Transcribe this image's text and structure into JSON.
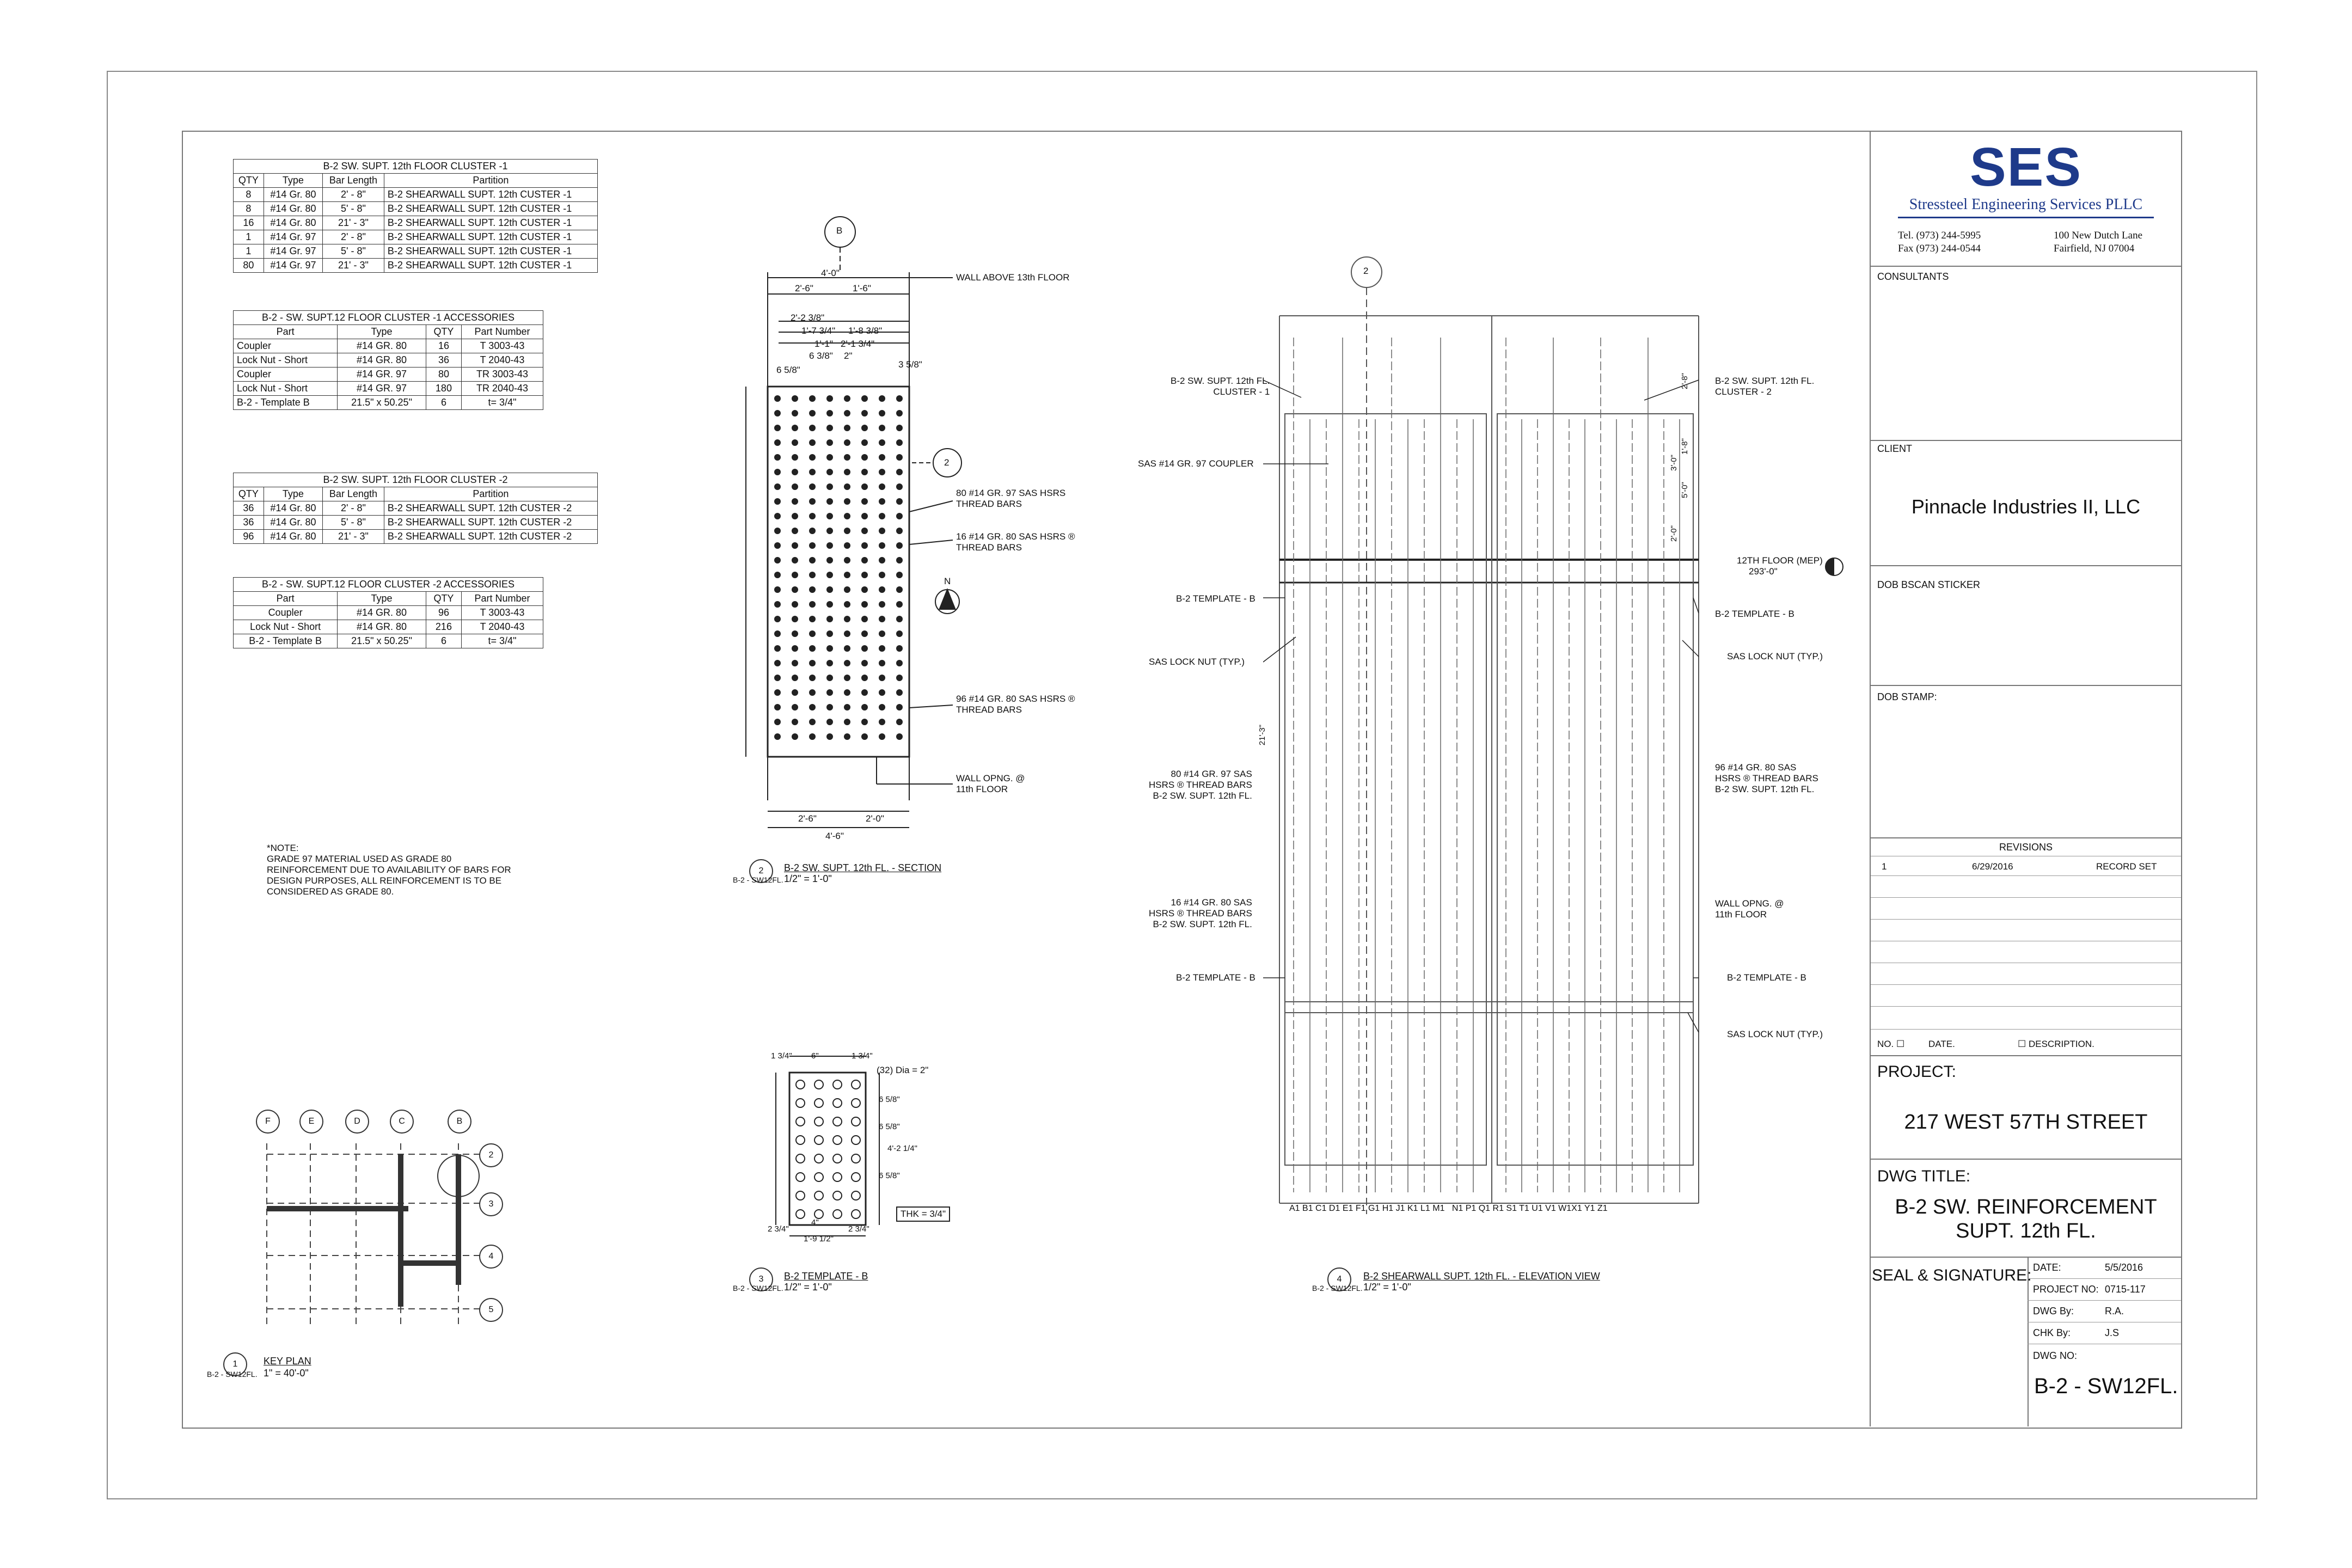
{
  "cluster1_table": {
    "title": "B-2 SW. SUPT. 12th FLOOR CLUSTER -1",
    "headers": [
      "QTY",
      "Type",
      "Bar Length",
      "Partition"
    ],
    "rows": [
      [
        "8",
        "#14 Gr. 80",
        "2' - 8\"",
        "B-2 SHEARWALL SUPT. 12th CUSTER -1"
      ],
      [
        "8",
        "#14 Gr. 80",
        "5' - 8\"",
        "B-2 SHEARWALL SUPT. 12th CUSTER -1"
      ],
      [
        "16",
        "#14 Gr. 80",
        "21' - 3\"",
        "B-2 SHEARWALL SUPT. 12th CUSTER -1"
      ],
      [
        "1",
        "#14 Gr. 97",
        "2' - 8\"",
        "B-2 SHEARWALL SUPT. 12th CUSTER -1"
      ],
      [
        "1",
        "#14 Gr. 97",
        "5' - 8\"",
        "B-2 SHEARWALL SUPT. 12th CUSTER -1"
      ],
      [
        "80",
        "#14 Gr. 97",
        "21' - 3\"",
        "B-2 SHEARWALL SUPT. 12th CUSTER -1"
      ]
    ]
  },
  "cluster1_acc": {
    "title": "B-2 - SW. SUPT.12 FLOOR CLUSTER -1 ACCESSORIES",
    "headers": [
      "Part",
      "Type",
      "QTY",
      "Part Number"
    ],
    "rows": [
      [
        "Coupler",
        "#14 GR. 80",
        "16",
        "T 3003-43"
      ],
      [
        "Lock Nut - Short",
        "#14 GR. 80",
        "36",
        "T 2040-43"
      ],
      [
        "Coupler",
        "#14 GR. 97",
        "80",
        "TR 3003-43"
      ],
      [
        "Lock Nut - Short",
        "#14 GR. 97",
        "180",
        "TR 2040-43"
      ],
      [
        "B-2 - Template B",
        "21.5\" x 50.25\"",
        "6",
        "t= 3/4\""
      ]
    ]
  },
  "cluster2_table": {
    "title": "B-2 SW. SUPT. 12th FLOOR CLUSTER -2",
    "headers": [
      "QTY",
      "Type",
      "Bar Length",
      "Partition"
    ],
    "rows": [
      [
        "36",
        "#14 Gr. 80",
        "2' - 8\"",
        "B-2 SHEARWALL SUPT. 12th CUSTER -2"
      ],
      [
        "36",
        "#14 Gr. 80",
        "5' - 8\"",
        "B-2 SHEARWALL SUPT. 12th CUSTER -2"
      ],
      [
        "96",
        "#14 Gr. 80",
        "21' - 3\"",
        "B-2 SHEARWALL SUPT. 12th CUSTER -2"
      ]
    ]
  },
  "cluster2_acc": {
    "title": "B-2 - SW. SUPT.12 FLOOR CLUSTER -2 ACCESSORIES",
    "headers": [
      "Part",
      "Type",
      "QTY",
      "Part Number"
    ],
    "rows": [
      [
        "Coupler",
        "#14 GR. 80",
        "96",
        "T 3003-43"
      ],
      [
        "Lock Nut - Short",
        "#14 GR. 80",
        "216",
        "T 2040-43"
      ],
      [
        "B-2 - Template B",
        "21.5\" x 50.25\"",
        "6",
        "t= 3/4\""
      ]
    ]
  },
  "note": "*NOTE:\nGRADE 97 MATERIAL USED AS GRADE 80\nREINFORCEMENT DUE TO AVAILABILITY OF BARS FOR\nDESIGN PURPOSES, ALL REINFORCEMENT IS TO BE\nCONSIDERED AS GRADE 80.",
  "section": {
    "grid_b": "B",
    "grid_2": "2",
    "north": "N",
    "dim_top": "4'-0\"",
    "dim_a": "2'-6\"",
    "dim_b": "1'-6\"",
    "dim_c": "2'-2 3/8\"",
    "dim_d": "1'-8 3/8\"",
    "dim_e": "1'-7 3/4\"",
    "dim_f": "2'-1 3/4\"",
    "dim_g": "1'-1\"",
    "dim_h": "6 3/8\"",
    "dim_i": "2\"",
    "dim_j": "3 5/8\"",
    "dim_k": "6 5/8\"",
    "dim_bot_a": "2'-6\"",
    "dim_bot_b": "2'-0\"",
    "dim_bot_total": "4'-6\"",
    "wall_above": "WALL ABOVE 13th FLOOR",
    "bars_80_97": "80 #14 GR. 97 SAS HSRS\nTHREAD BARS",
    "bars_16_80": "16 #14 GR. 80 SAS HSRS ®\nTHREAD BARS",
    "bars_96_80": "96 #14 GR. 80 SAS HSRS ®\nTHREAD BARS",
    "wall_opng": "WALL OPNG. @\n11th FLOOR",
    "title_num": "2",
    "title": "B-2 SW. SUPT. 12th FL. - SECTION",
    "ref": "B-2 - SW12FL.",
    "scale": "1/2\" = 1'-0\""
  },
  "template": {
    "dia": "(32) Dia = 2\"",
    "dim_l": "1 3/4\"",
    "dim_top": "6\"",
    "dim_r": "1 3/4\"",
    "dim_side1": "6 5/8\"",
    "dim_side2": "6 5/8\"",
    "dim_side3": "4'-2 1/4\"",
    "dim_side4": "6 5/8\"",
    "dim_bl": "2 3/4\"",
    "dim_bm": "4\"",
    "dim_br": "2 3/4\"",
    "dim_total": "1'-9 1/2\"",
    "thk": "THK = 3/4\"",
    "title_num": "3",
    "title": "B-2 TEMPLATE - B",
    "ref": "B-2 - SW12FL.",
    "scale": "1/2\" = 1'-0\""
  },
  "keyplan": {
    "cols": [
      "F",
      "E",
      "D",
      "C",
      "B"
    ],
    "rows": [
      "2",
      "3",
      "4",
      "5"
    ],
    "title_num": "1",
    "title": "KEY PLAN",
    "ref": "B-2 - SW12FL.",
    "scale": "1\" = 40'-0\""
  },
  "elevation": {
    "grid_2": "2",
    "cluster1": "B-2 SW. SUPT. 12th FL.\nCLUSTER - 1",
    "cluster2": "B-2 SW. SUPT. 12th FL.\nCLUSTER - 2",
    "coupler": "SAS  #14 GR. 97 COUPLER",
    "floor_mep": "12TH FLOOR (MEP)",
    "elev": "293'-0\"",
    "template_l1": "B-2 TEMPLATE - B",
    "template_r1": "B-2 TEMPLATE - B",
    "locknut_l": "SAS LOCK NUT (TYP.)",
    "locknut_r": "SAS LOCK NUT (TYP.)",
    "bars_l1": "80 #14 GR. 97 SAS\nHSRS ® THREAD BARS\nB-2 SW. SUPT. 12th FL.",
    "bars_r1": "96 #14 GR. 80 SAS\nHSRS ® THREAD BARS\nB-2 SW. SUPT. 12th FL.",
    "bars_l2": "16 #14 GR. 80 SAS\nHSRS ® THREAD BARS\nB-2 SW. SUPT. 12th FL.",
    "wall_opng": "WALL OPNG. @\n11th FLOOR",
    "template_l2": "B-2 TEMPLATE - B",
    "template_r2": "B-2 TEMPLATE - B",
    "locknut_r2": "SAS LOCK NUT (TYP.)",
    "dim_1": "2'-8\"",
    "dim_2": "1'-8\"",
    "dim_3": "3'-0\"",
    "dim_4": "5'-0\"",
    "dim_5": "2'-0\"",
    "dim_6": "21'-3\"",
    "bar_labels": "A1 B1 C1 D1 E1 F1 G1 H1 J1 K1 L1 M1   N1 P1 Q1 R1 S1 T1 U1 V1 W1X1 Y1 Z1",
    "title_num": "4",
    "title": "B-2 SHEARWALL SUPT. 12th FL. - ELEVATION VIEW",
    "ref": "B-2 - SW12FL.",
    "scale": "1/2\" = 1'-0\""
  },
  "titleblock": {
    "logo": "SES",
    "company": "Stressteel Engineering Services PLLC",
    "tel": "Tel. (973) 244-5995",
    "fax": "Fax (973) 244-0544",
    "addr1": "100 New Dutch Lane",
    "addr2": "Fairfield, NJ 07004",
    "consultants": "CONSULTANTS",
    "client_h": "CLIENT",
    "client": "Pinnacle Industries II, LLC",
    "bscan": "DOB BSCAN STICKER",
    "stamp": "DOB STAMP:",
    "revisions": "REVISIONS",
    "rev_no": "1",
    "rev_date": "6/29/2016",
    "rev_desc": "RECORD SET",
    "col_no": "NO. ☐",
    "col_date": "DATE.",
    "col_desc": "☐ DESCRIPTION.",
    "project_h": "PROJECT:",
    "project": "217 WEST 57TH STREET",
    "dwg_title_h": "DWG TITLE:",
    "dwg_title1": "B-2 SW. REINFORCEMENT",
    "dwg_title2": "SUPT. 12th FL.",
    "seal": "SEAL & SIGNATURE:",
    "date_l": "DATE:",
    "date_v": "5/5/2016",
    "proj_no_l": "PROJECT NO:",
    "proj_no_v": "0715-117",
    "dwg_by_l": "DWG By:",
    "dwg_by_v": "R.A.",
    "chk_by_l": "CHK By:",
    "chk_by_v": "J.S",
    "dwg_no_l": "DWG NO:",
    "dwg_no_v": "B-2 - SW12FL."
  }
}
